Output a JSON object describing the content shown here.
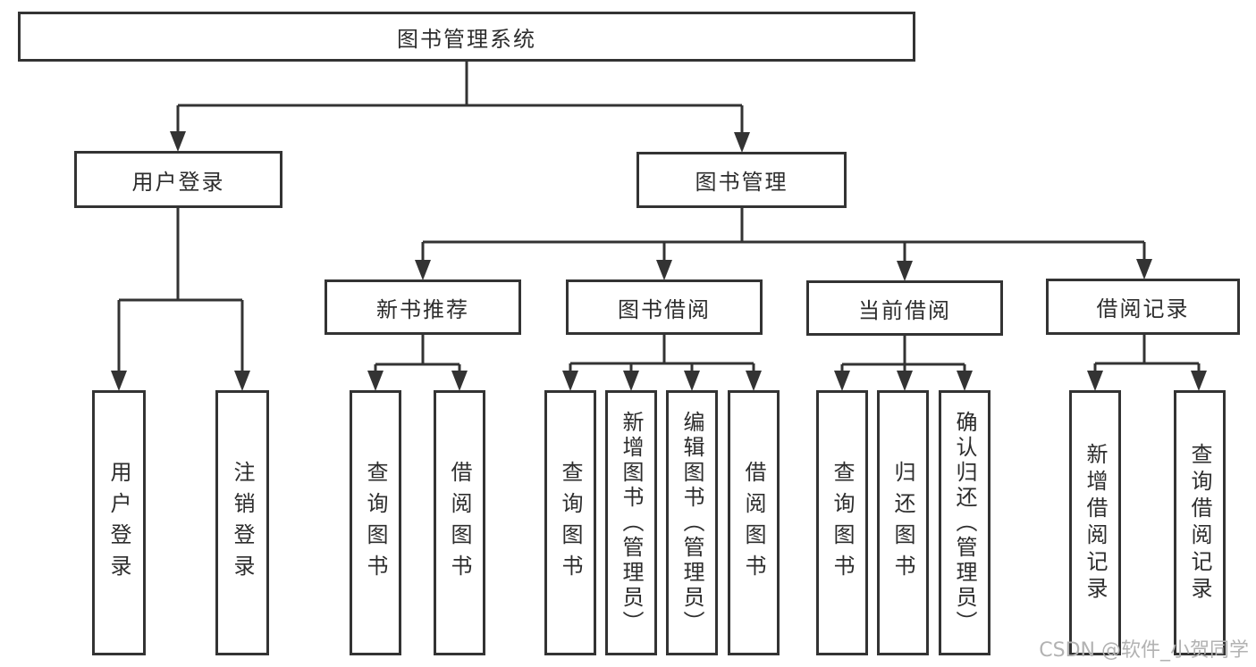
{
  "diagram": {
    "title_node": {
      "label": "图书管理系统"
    },
    "level2": {
      "login": {
        "label": "用户登录"
      },
      "books": {
        "label": "图书管理"
      }
    },
    "level3": {
      "recommend": {
        "label": "新书推荐"
      },
      "borrow": {
        "label": "图书借阅"
      },
      "current": {
        "label": "当前借阅"
      },
      "records": {
        "label": "借阅记录"
      }
    },
    "leaves": {
      "login": [
        "用户登录",
        "注销登录"
      ],
      "recommend": [
        "查询图书",
        "借阅图书"
      ],
      "borrow": [
        "查询图书",
        "新增图书（管理员）",
        "编辑图书（管理员）",
        "借阅图书"
      ],
      "current": [
        "查询图书",
        "归还图书",
        "确认归还（管理员）"
      ],
      "records": [
        "新增借阅记录",
        "查询借阅记录"
      ]
    }
  },
  "watermark": {
    "text": "CSDN @软件_小贺同学"
  },
  "colors": {
    "line": "#333333",
    "box_border": "#333333",
    "text": "#2d2d2d",
    "watermark": "#b2b2b2",
    "background": "#ffffff"
  }
}
